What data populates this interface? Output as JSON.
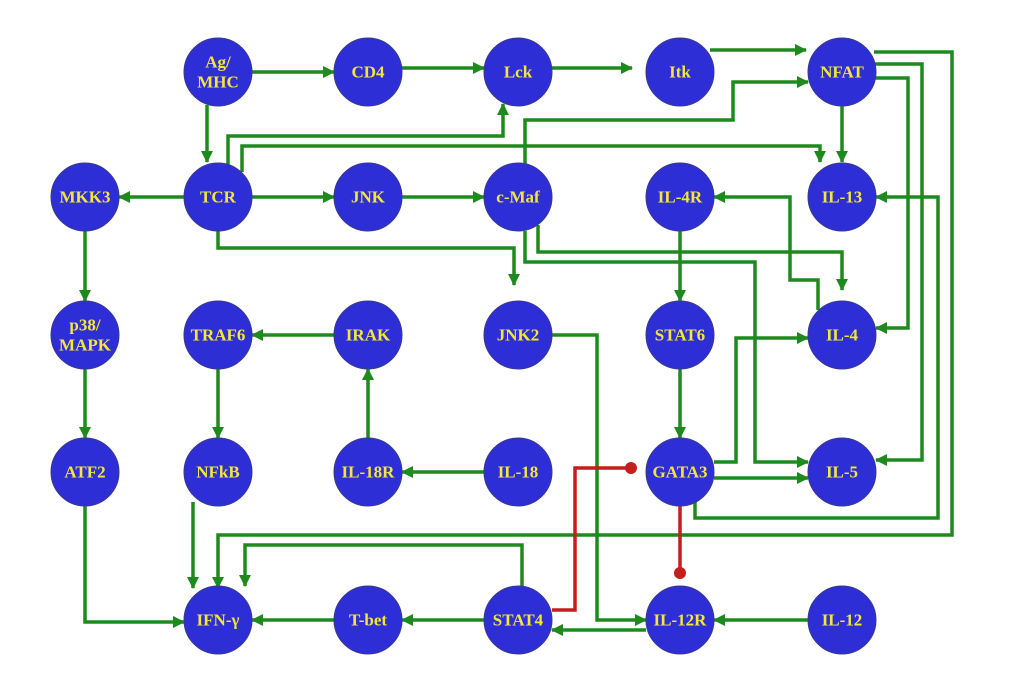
{
  "diagram": {
    "colors": {
      "node_fill": "#2e2ed6",
      "node_text": "#f4e63a",
      "activation": "#1e8a1e",
      "inhibition": "#c41e1e"
    },
    "nodes": [
      {
        "id": "agmhc",
        "lines": [
          "Ag/",
          "MHC"
        ]
      },
      {
        "id": "cd4",
        "lines": [
          "CD4"
        ]
      },
      {
        "id": "lck",
        "lines": [
          "Lck"
        ]
      },
      {
        "id": "itk",
        "lines": [
          "Itk"
        ]
      },
      {
        "id": "nfat",
        "lines": [
          "NFAT"
        ]
      },
      {
        "id": "mkk3",
        "lines": [
          "MKK3"
        ]
      },
      {
        "id": "tcr",
        "lines": [
          "TCR"
        ]
      },
      {
        "id": "jnk",
        "lines": [
          "JNK"
        ]
      },
      {
        "id": "cmaf",
        "lines": [
          "c-Maf"
        ]
      },
      {
        "id": "il4r",
        "lines": [
          "IL-4R"
        ]
      },
      {
        "id": "il13",
        "lines": [
          "IL-13"
        ]
      },
      {
        "id": "p38",
        "lines": [
          "p38/",
          "MAPK"
        ]
      },
      {
        "id": "traf6",
        "lines": [
          "TRAF6"
        ]
      },
      {
        "id": "irak",
        "lines": [
          "IRAK"
        ]
      },
      {
        "id": "jnk2",
        "lines": [
          "JNK2"
        ]
      },
      {
        "id": "stat6",
        "lines": [
          "STAT6"
        ]
      },
      {
        "id": "il4",
        "lines": [
          "IL-4"
        ]
      },
      {
        "id": "atf2",
        "lines": [
          "ATF2"
        ]
      },
      {
        "id": "nfkb",
        "lines": [
          "NFkB"
        ]
      },
      {
        "id": "il18r",
        "lines": [
          "IL-18R"
        ]
      },
      {
        "id": "il18",
        "lines": [
          "IL-18"
        ]
      },
      {
        "id": "gata3",
        "lines": [
          "GATA3"
        ]
      },
      {
        "id": "il5",
        "lines": [
          "IL-5"
        ]
      },
      {
        "id": "ifng",
        "lines": [
          "IFN-γ"
        ]
      },
      {
        "id": "tbet",
        "lines": [
          "T-bet"
        ]
      },
      {
        "id": "stat4",
        "lines": [
          "STAT4"
        ]
      },
      {
        "id": "il12r",
        "lines": [
          "IL-12R"
        ]
      },
      {
        "id": "il12",
        "lines": [
          "IL-12"
        ]
      }
    ],
    "edges": [
      {
        "from": "agmhc",
        "to": "cd4",
        "type": "activation"
      },
      {
        "from": "agmhc",
        "to": "tcr",
        "type": "activation"
      },
      {
        "from": "cd4",
        "to": "lck",
        "type": "activation"
      },
      {
        "from": "lck",
        "to": "itk",
        "type": "activation"
      },
      {
        "from": "itk",
        "to": "nfat",
        "type": "activation"
      },
      {
        "from": "tcr",
        "to": "lck",
        "type": "activation"
      },
      {
        "from": "tcr",
        "to": "il13",
        "type": "activation"
      },
      {
        "from": "tcr",
        "to": "mkk3",
        "type": "activation"
      },
      {
        "from": "tcr",
        "to": "jnk",
        "type": "activation"
      },
      {
        "from": "tcr",
        "to": "jnk2",
        "type": "activation"
      },
      {
        "from": "jnk",
        "to": "cmaf",
        "type": "activation"
      },
      {
        "from": "cmaf",
        "to": "nfat",
        "type": "activation"
      },
      {
        "from": "cmaf",
        "to": "il4",
        "type": "activation"
      },
      {
        "from": "cmaf",
        "to": "il5",
        "type": "activation"
      },
      {
        "from": "nfat",
        "to": "il13",
        "type": "activation"
      },
      {
        "from": "nfat",
        "to": "il4",
        "type": "activation"
      },
      {
        "from": "nfat",
        "to": "il5",
        "type": "activation"
      },
      {
        "from": "nfat",
        "to": "ifng",
        "type": "activation"
      },
      {
        "from": "il4",
        "to": "il4r",
        "type": "activation"
      },
      {
        "from": "il4r",
        "to": "stat6",
        "type": "activation"
      },
      {
        "from": "stat6",
        "to": "gata3",
        "type": "activation"
      },
      {
        "from": "gata3",
        "to": "il4",
        "type": "activation"
      },
      {
        "from": "gata3",
        "to": "il5",
        "type": "activation"
      },
      {
        "from": "gata3",
        "to": "il13",
        "type": "activation"
      },
      {
        "from": "gata3",
        "to": "il12r",
        "type": "inhibition"
      },
      {
        "from": "mkk3",
        "to": "p38",
        "type": "activation"
      },
      {
        "from": "p38",
        "to": "atf2",
        "type": "activation"
      },
      {
        "from": "atf2",
        "to": "ifng",
        "type": "activation"
      },
      {
        "from": "irak",
        "to": "traf6",
        "type": "activation"
      },
      {
        "from": "traf6",
        "to": "nfkb",
        "type": "activation"
      },
      {
        "from": "nfkb",
        "to": "ifng",
        "type": "activation"
      },
      {
        "from": "il18r",
        "to": "irak",
        "type": "activation"
      },
      {
        "from": "il18",
        "to": "il18r",
        "type": "activation"
      },
      {
        "from": "jnk2",
        "to": "il12r",
        "type": "activation"
      },
      {
        "from": "il12",
        "to": "il12r",
        "type": "activation"
      },
      {
        "from": "il12r",
        "to": "stat4",
        "type": "activation"
      },
      {
        "from": "stat4",
        "to": "tbet",
        "type": "activation"
      },
      {
        "from": "stat4",
        "to": "ifng",
        "type": "activation"
      },
      {
        "from": "stat4",
        "to": "gata3",
        "type": "inhibition"
      },
      {
        "from": "tbet",
        "to": "ifng",
        "type": "activation"
      }
    ]
  }
}
